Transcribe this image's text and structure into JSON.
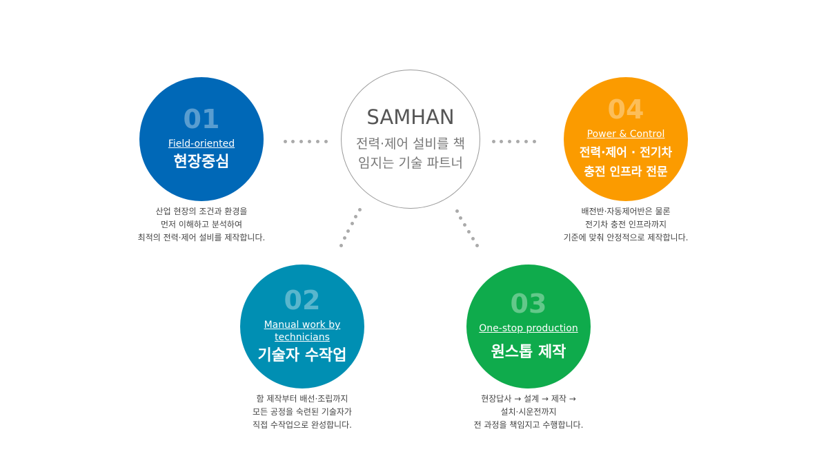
{
  "center": {
    "title": "SAMHAN",
    "subtitle_line1": "전력·제어 설비를 책",
    "subtitle_line2": "임지는 기술 파트너"
  },
  "items": [
    {
      "num": "01",
      "en": "Field-oriented",
      "ko": "현장중심",
      "color": "#0068b7",
      "desc": [
        "산업 현장의 조건과 환경을",
        "먼저 이해하고 분석하여",
        "최적의 전력·제어 설비를 제작합니다."
      ]
    },
    {
      "num": "02",
      "en": "Manual work by technicians",
      "ko": "기술자 수작업",
      "color": "#008fb3",
      "desc": [
        "함 제작부터 배선·조립까지",
        "모든 공정을 숙련된 기술자가",
        "직접 수작업으로 완성합니다."
      ]
    },
    {
      "num": "03",
      "en": "One-stop production",
      "ko": "원스톱 제작",
      "color": "#0fab4c",
      "desc": [
        "현장답사 → 설계 → 제작 →",
        "설치·시운전까지",
        "전 과정을 책임지고 수행합니다."
      ]
    },
    {
      "num": "04",
      "en": "Power & Control",
      "ko": "전력·제어 · 전기차 충전 인프라 전문",
      "color": "#fb9b00",
      "desc": [
        "배전반·자동제어반은 물론",
        "전기차 충전 인프라까지",
        "기준에 맞춰 안정적으로 제작합니다."
      ]
    }
  ]
}
